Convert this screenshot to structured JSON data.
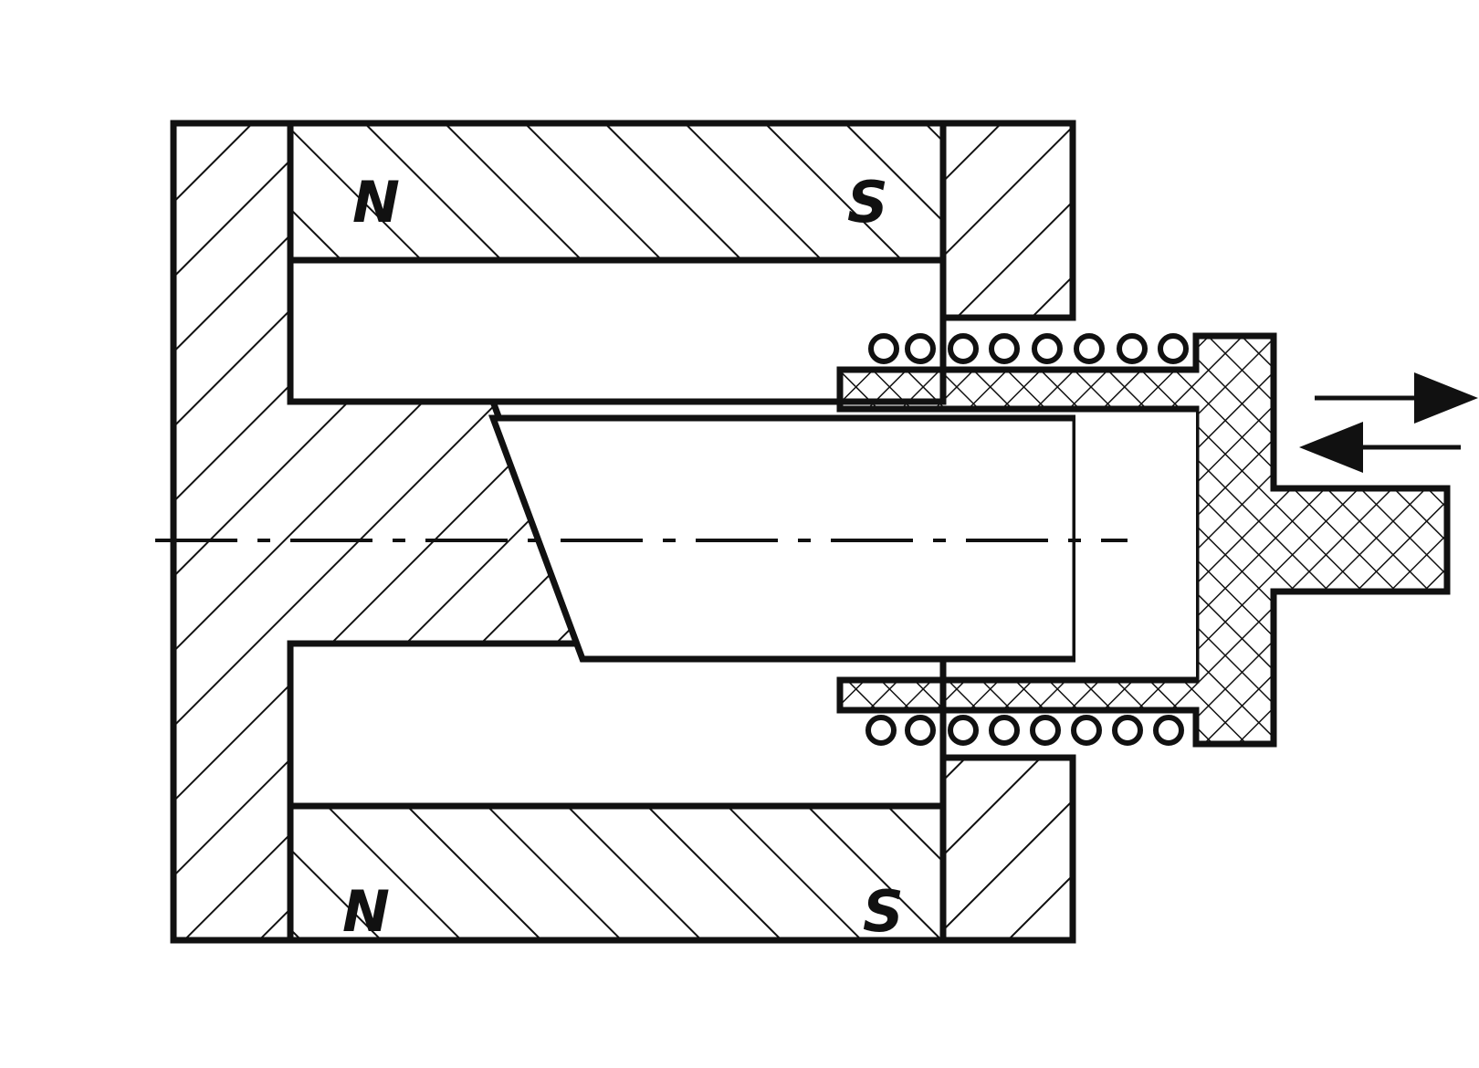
{
  "diagram": {
    "labels": {
      "top_north": "N",
      "top_south": "S",
      "bottom_north": "N",
      "bottom_south": "S"
    },
    "colors": {
      "ink": "#111111",
      "paper": "#ffffff"
    },
    "icons": {
      "motion": "double-arrow-icon"
    }
  }
}
